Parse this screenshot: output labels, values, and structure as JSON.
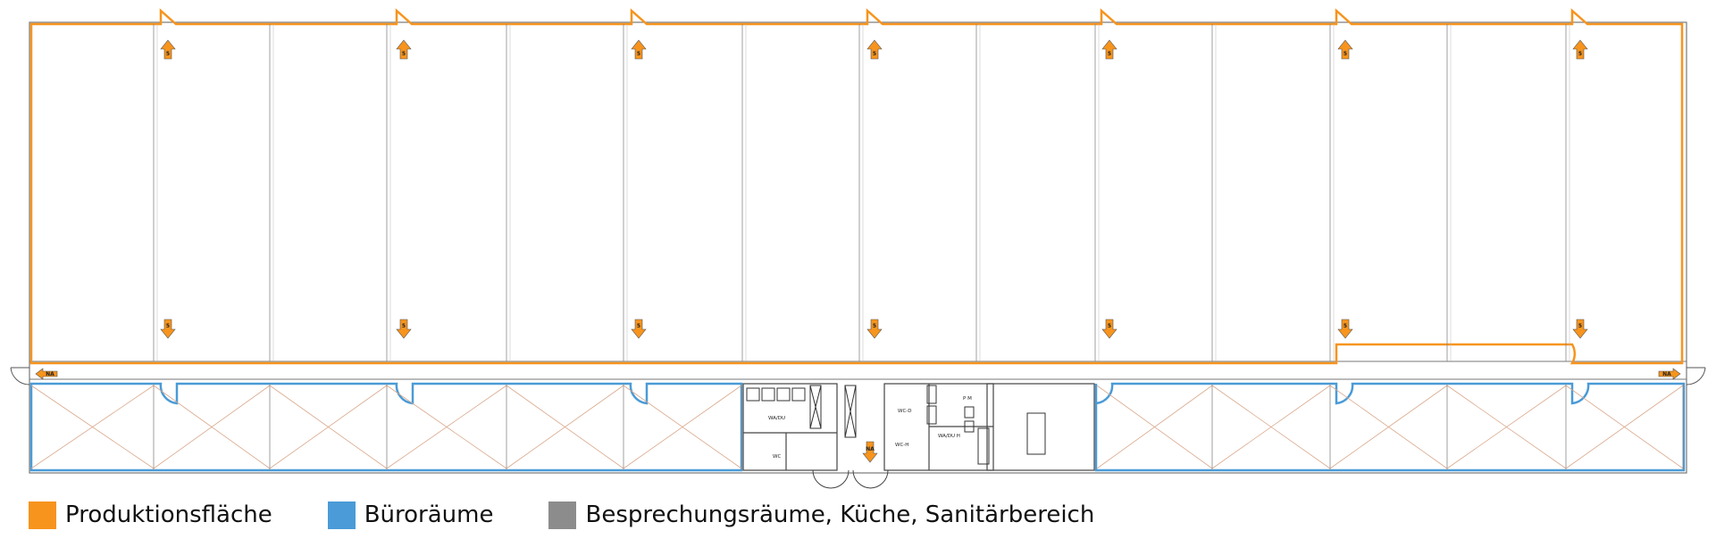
{
  "legend": {
    "items": [
      {
        "label": "Produktionsfläche",
        "color": "#F7941D"
      },
      {
        "label": "Büroräume",
        "color": "#4A9BD7"
      },
      {
        "label": "Besprechungsräume, Küche, Sanitärbereich",
        "color": "#8C8C8C"
      }
    ]
  },
  "colors": {
    "production": "#F7941D",
    "office": "#4A9BD7",
    "meeting": "#8C8C8C",
    "walls": "#555555",
    "diagonals": "#D9A88C"
  },
  "room_labels": {
    "wa_du": "WA/DU",
    "wc": "WC",
    "wc_d": "WC-D",
    "wc_h": "WC-H",
    "wa_du_h": "WA/DU H",
    "pm": "P M"
  },
  "arrows": {
    "top_label": "5",
    "bottom_label": "5",
    "side_left": "NA",
    "side_right": "NA",
    "center_label": "NA"
  }
}
